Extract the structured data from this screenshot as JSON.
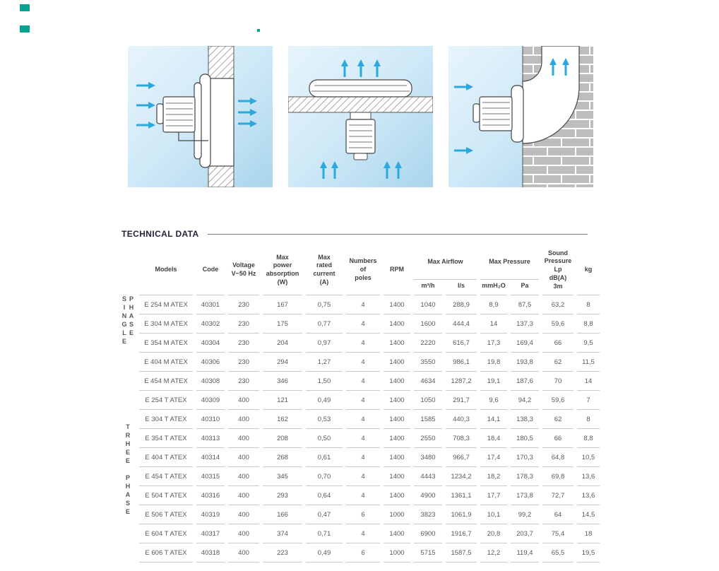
{
  "page": {
    "section_title": "TECHNICAL DATA",
    "accent_color": "#0aa191",
    "arrow_color": "#2BA9DF"
  },
  "diagrams": {
    "items": [
      {
        "icon": "wall-mounted-fan-diagram"
      },
      {
        "icon": "roof-mounted-fan-diagram"
      },
      {
        "icon": "wall-fan-curved-duct-diagram"
      }
    ]
  },
  "table": {
    "groups": [
      {
        "label": "SINGLE PHASE"
      },
      {
        "label": "TRHEE PHASE"
      }
    ],
    "headers": {
      "models": "Models",
      "code": "Code",
      "voltage": "Voltage\nV~50 Hz",
      "power": "Max\npower\nabsorption\n(W)",
      "current": "Max\nrated\ncurrent\n(A)",
      "poles": "Numbers\nof\npoles",
      "rpm": "RPM",
      "airflow_group": "Max Airflow",
      "airflow_m3h": "m³/h",
      "airflow_ls": "l/s",
      "pressure_group": "Max Pressure",
      "pressure_mmh2o": "mmH₂O",
      "pressure_pa": "Pa",
      "sound": "Sound\nPressure\nLp\ndB(A)\n3m",
      "kg": "kg"
    },
    "rows": [
      [
        "E 254 M ATEX",
        "40301",
        "230",
        "167",
        "0,75",
        "4",
        "1400",
        "1040",
        "288,9",
        "8,9",
        "87,5",
        "63,2",
        "8"
      ],
      [
        "E 304 M ATEX",
        "40302",
        "230",
        "175",
        "0,77",
        "4",
        "1400",
        "1600",
        "444,4",
        "14",
        "137,3",
        "59,6",
        "8,8"
      ],
      [
        "E 354 M ATEX",
        "40304",
        "230",
        "204",
        "0,97",
        "4",
        "1400",
        "2220",
        "616,7",
        "17,3",
        "169,4",
        "66",
        "9,5"
      ],
      [
        "E 404 M ATEX",
        "40306",
        "230",
        "294",
        "1,27",
        "4",
        "1400",
        "3550",
        "986,1",
        "19,8",
        "193,8",
        "62",
        "11,5"
      ],
      [
        "E 454 M ATEX",
        "40308",
        "230",
        "346",
        "1,50",
        "4",
        "1400",
        "4634",
        "1287,2",
        "19,1",
        "187,6",
        "70",
        "14"
      ],
      [
        "E 254 T ATEX",
        "40309",
        "400",
        "121",
        "0,49",
        "4",
        "1400",
        "1050",
        "291,7",
        "9,6",
        "94,2",
        "59,6",
        "7"
      ],
      [
        "E 304 T ATEX",
        "40310",
        "400",
        "162",
        "0,53",
        "4",
        "1400",
        "1585",
        "440,3",
        "14,1",
        "138,3",
        "62",
        "8"
      ],
      [
        "E 354 T ATEX",
        "40313",
        "400",
        "208",
        "0,50",
        "4",
        "1400",
        "2550",
        "708,3",
        "18,4",
        "180,5",
        "66",
        "8,8"
      ],
      [
        "E 404 T ATEX",
        "40314",
        "400",
        "268",
        "0,61",
        "4",
        "1400",
        "3480",
        "966,7",
        "17,4",
        "170,3",
        "64,8",
        "10,5"
      ],
      [
        "E 454 T ATEX",
        "40315",
        "400",
        "345",
        "0,70",
        "4",
        "1400",
        "4443",
        "1234,2",
        "18,2",
        "178,3",
        "69,8",
        "13,6"
      ],
      [
        "E 504 T ATEX",
        "40316",
        "400",
        "293",
        "0,64",
        "4",
        "1400",
        "4900",
        "1361,1",
        "17,7",
        "173,8",
        "72,7",
        "13,6"
      ],
      [
        "E 506 T ATEX",
        "40319",
        "400",
        "166",
        "0,47",
        "6",
        "1000",
        "3823",
        "1061,9",
        "10,1",
        "99,2",
        "64",
        "14,5"
      ],
      [
        "E 604 T ATEX",
        "40317",
        "400",
        "374",
        "0,71",
        "4",
        "1400",
        "6900",
        "1916,7",
        "20,8",
        "203,7",
        "75,4",
        "18"
      ],
      [
        "E 606 T ATEX",
        "40318",
        "400",
        "223",
        "0,49",
        "6",
        "1000",
        "5715",
        "1587,5",
        "12,2",
        "119,4",
        "65,5",
        "19,5"
      ]
    ]
  }
}
